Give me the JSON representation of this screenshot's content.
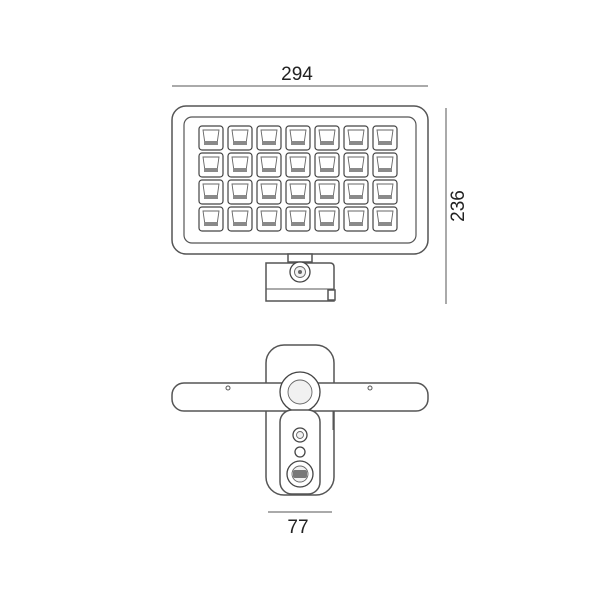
{
  "drawing": {
    "dimensions": {
      "width": "294",
      "height": "236",
      "mount_width": "77"
    },
    "led_grid": {
      "rows": 4,
      "columns": 7
    }
  }
}
